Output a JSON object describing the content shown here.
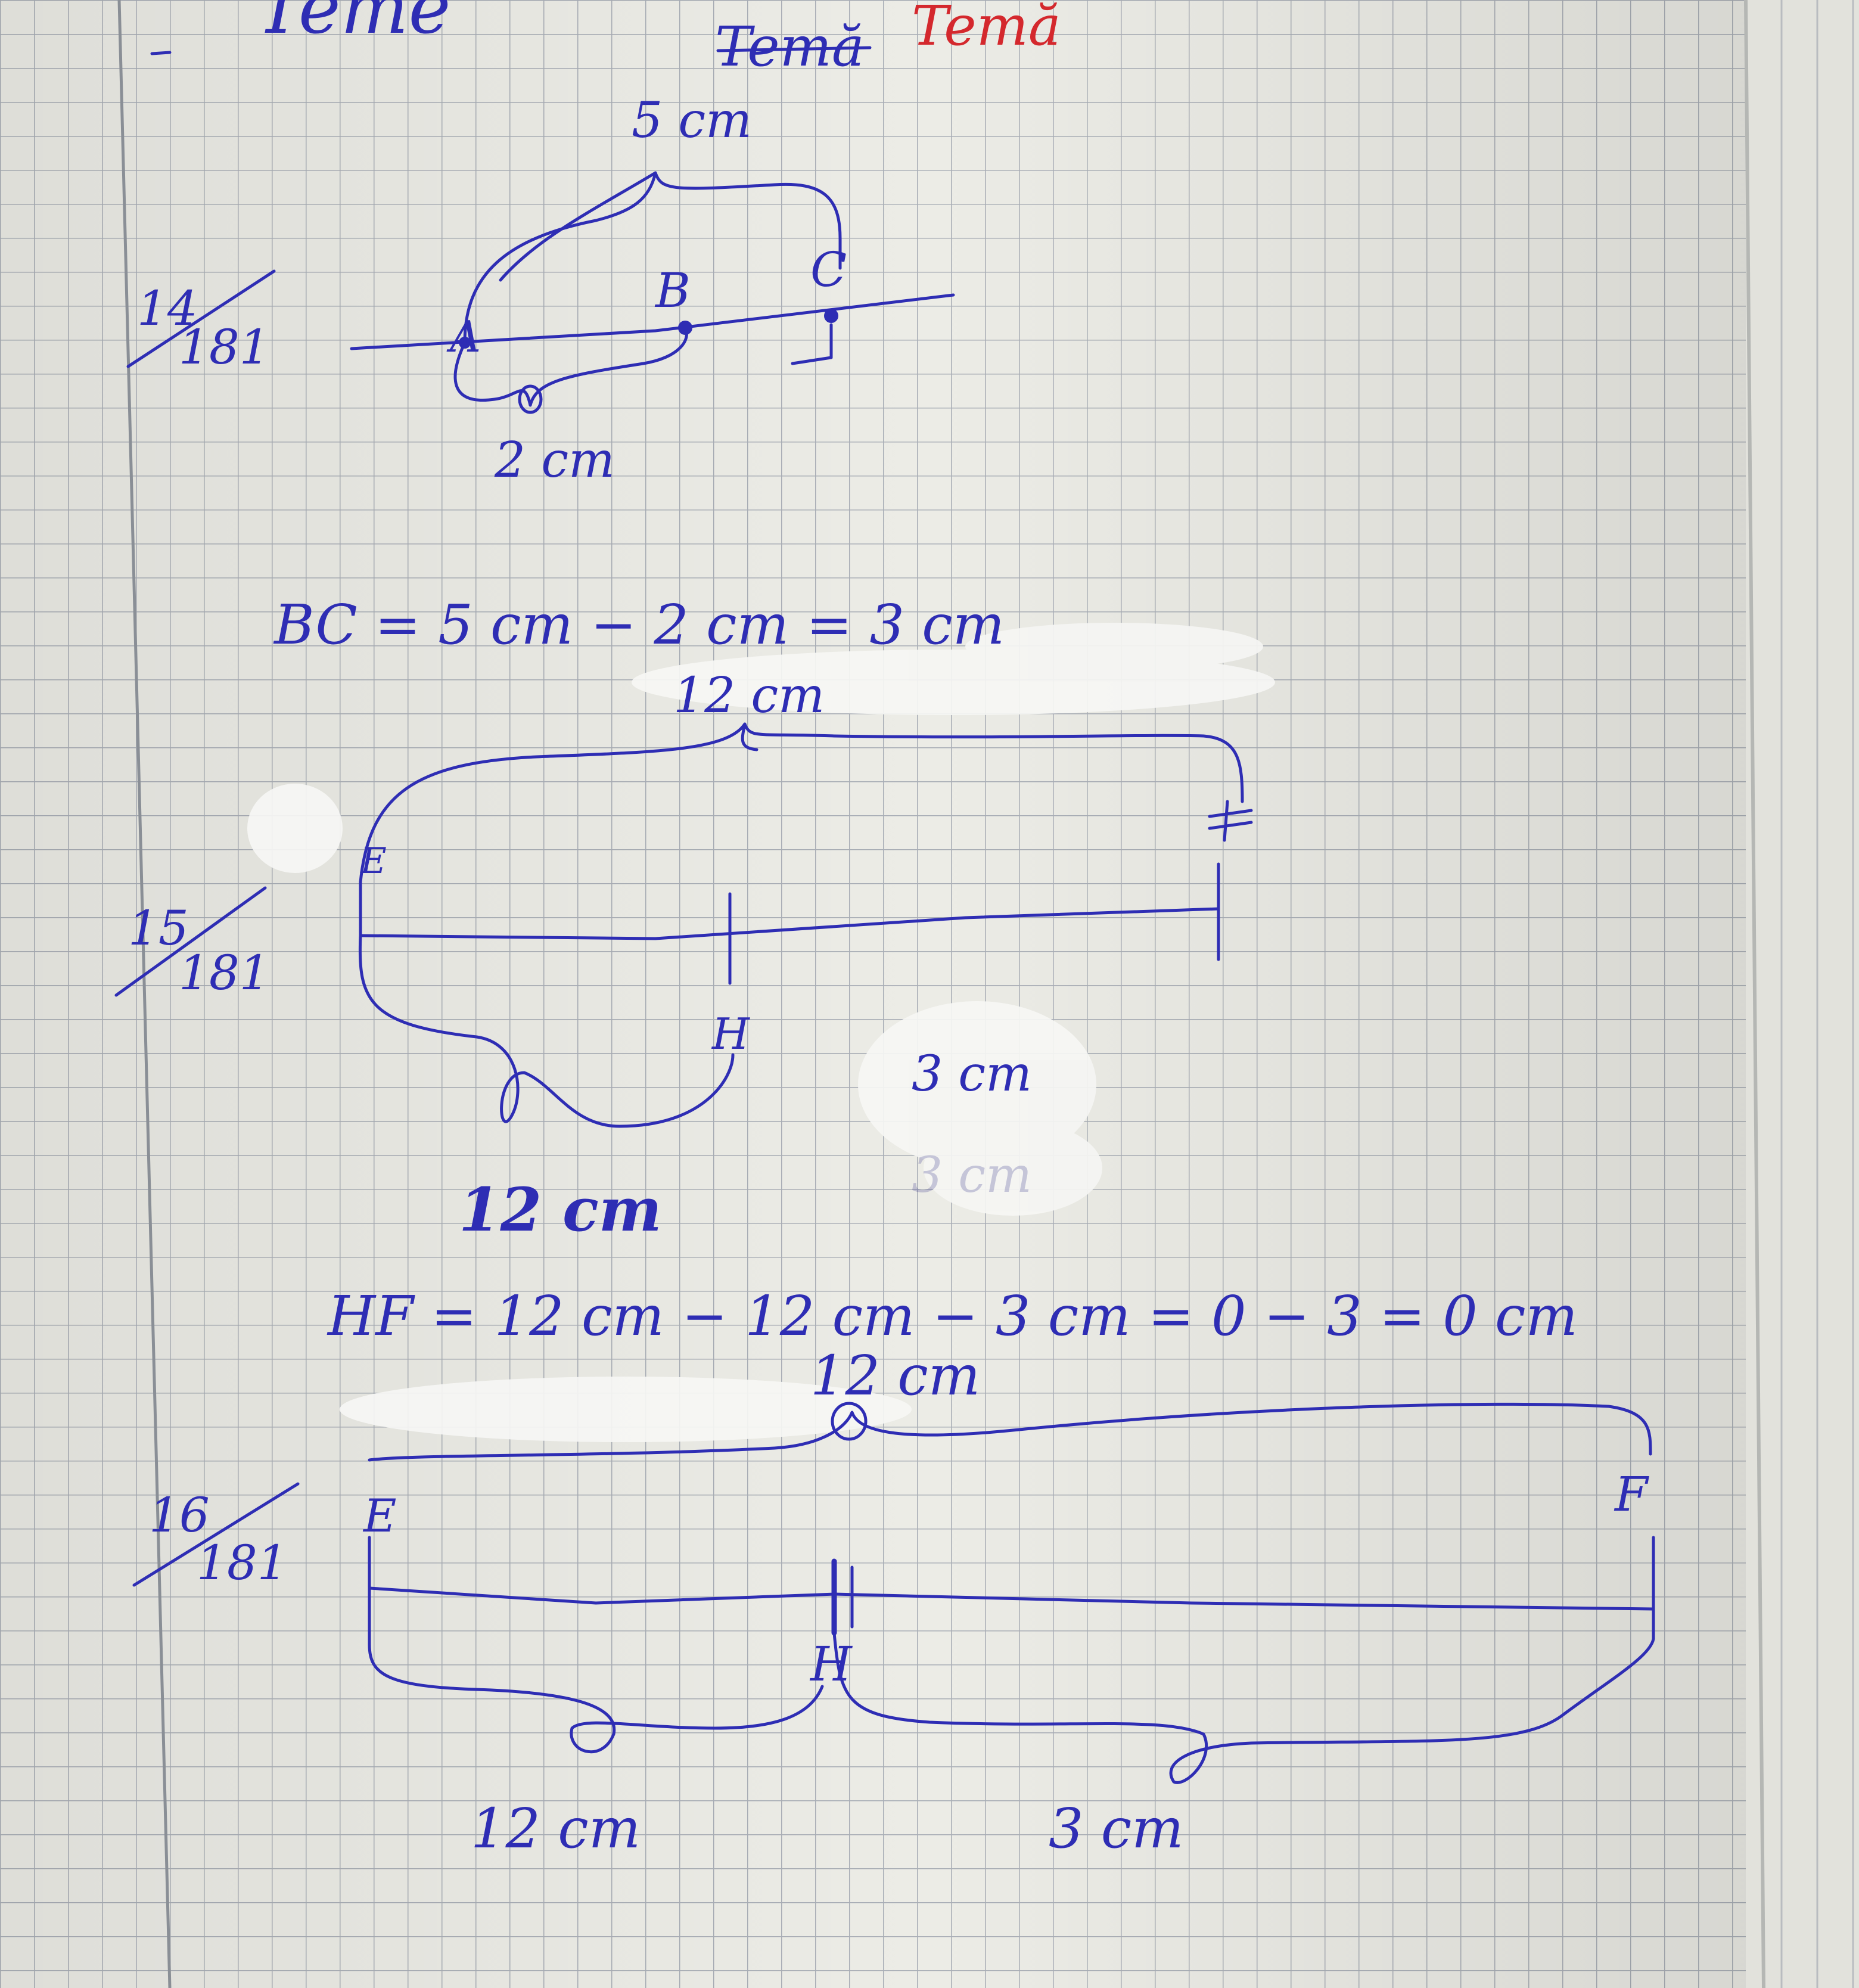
{
  "header": {
    "word_struck": "Temă",
    "word_red": "Temă",
    "cutoff_left": "Teme"
  },
  "exercise14": {
    "number": "14",
    "page": "181",
    "top_length": "5 cm",
    "bottom_length": "2 cm",
    "point_a": "A",
    "point_b": "B",
    "point_c": "C",
    "solution": "BC = 5 cm − 2 cm = 3 cm"
  },
  "exercise15": {
    "number": "15",
    "page": "181",
    "top_length": "12 cm",
    "bottom_length": "12 cm",
    "right_length": "3 cm",
    "point_e": "E",
    "point_h": "H",
    "solution": "HF = 12 cm − 12 cm − 3 cm = 0 − 3 = 0 cm"
  },
  "exercise16": {
    "number": "16",
    "page": "181",
    "top_length": "12 cm",
    "bottom_left_length": "12 cm",
    "bottom_right_length": "3 cm",
    "point_e": "E",
    "point_h": "H",
    "point_f": "F"
  },
  "colors": {
    "paper": "#ecece6",
    "grid": "#a9aeb6",
    "ink": "#2e2db4",
    "red_ink": "#d4282d",
    "margin": "#8a8f96"
  }
}
